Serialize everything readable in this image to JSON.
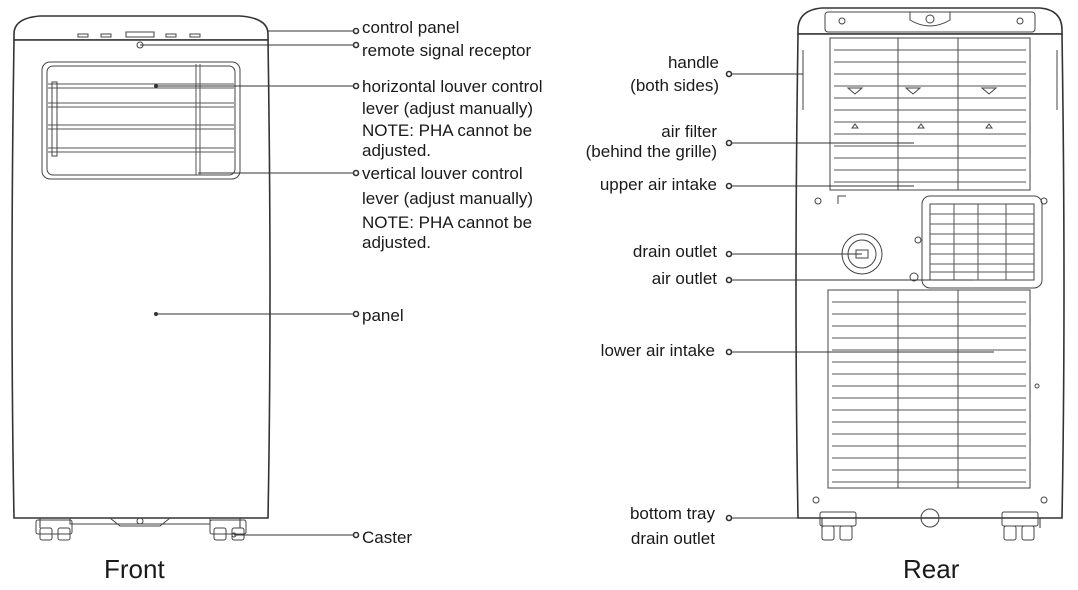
{
  "front": {
    "caption": "Front",
    "labels": {
      "control_panel": "control panel",
      "remote_signal_receptor": "remote signal receptor",
      "horizontal_louver": [
        "horizontal louver control",
        "lever (adjust manually)",
        "NOTE: PHA cannot be",
        "adjusted."
      ],
      "vertical_louver": [
        "vertical louver control",
        "lever (adjust manually)",
        "NOTE: PHA cannot be",
        "adjusted."
      ],
      "panel": "panel",
      "caster": "Caster"
    }
  },
  "rear": {
    "caption": "Rear",
    "labels": {
      "handle": [
        "handle",
        "(both sides)"
      ],
      "air_filter": [
        "air filter",
        "(behind the grille)"
      ],
      "upper_air_intake": "upper air intake",
      "drain_outlet": "drain outlet",
      "air_outlet": "air outlet",
      "lower_air_intake": "lower air intake",
      "bottom_tray_drain_outlet": [
        "bottom tray",
        "drain outlet"
      ]
    }
  },
  "colors": {
    "line": "#333333",
    "text": "#1a1a1a",
    "background": "#ffffff"
  }
}
